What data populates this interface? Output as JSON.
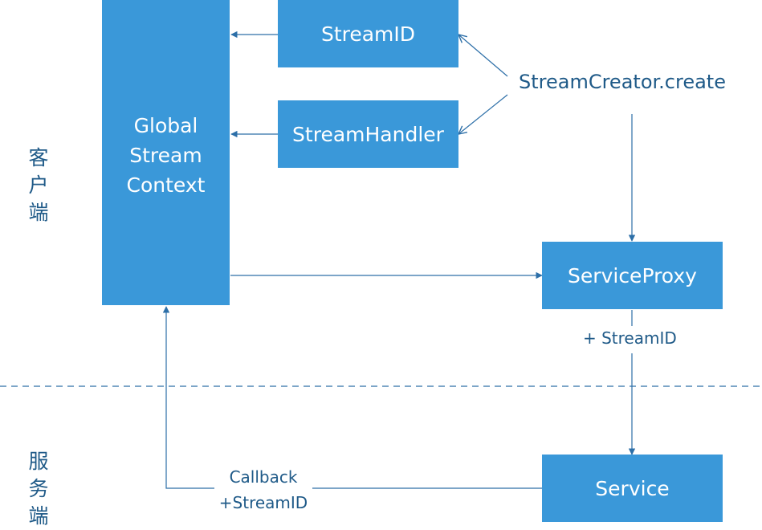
{
  "diagram": {
    "nodes": {
      "global_context": {
        "lines": [
          "Global",
          "Stream",
          "Context"
        ]
      },
      "stream_id": {
        "label": "StreamID"
      },
      "stream_handler": {
        "label": "StreamHandler"
      },
      "service_proxy": {
        "label": "ServiceProxy"
      },
      "service": {
        "label": "Service"
      }
    },
    "labels": {
      "creator": "StreamCreator.create",
      "proxy_to_service": "+ StreamID",
      "callback_line1": "Callback",
      "callback_line2": "+StreamID"
    },
    "regions": {
      "client": [
        "客",
        "户",
        "端"
      ],
      "server": [
        "服",
        "务",
        "端"
      ]
    },
    "colors": {
      "box_fill": "#3a98d9",
      "box_text": "#ffffff",
      "line": "#2d6fa8",
      "label_text": "#1f5a88",
      "divider": "#2d6fa8"
    }
  }
}
